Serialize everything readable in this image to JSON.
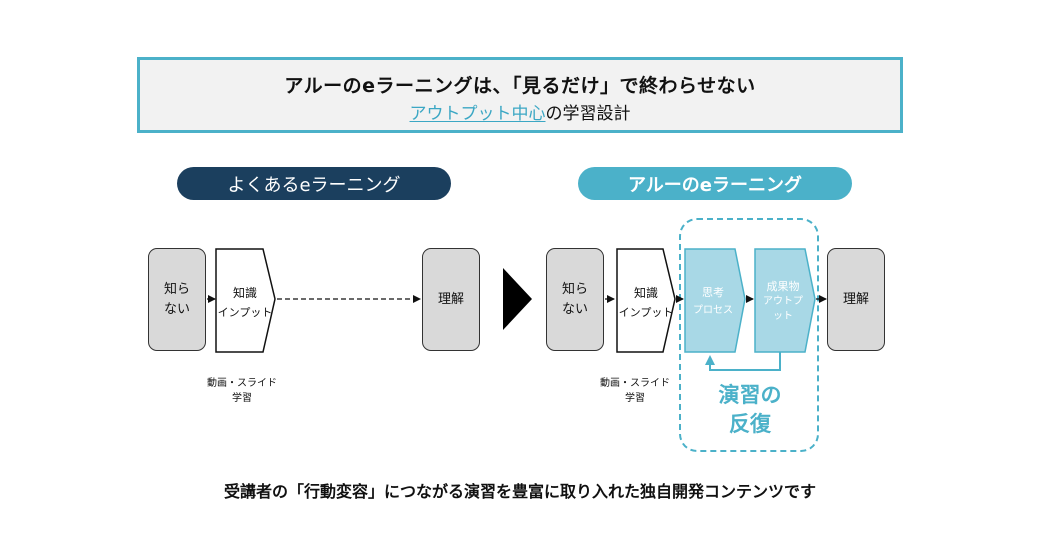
{
  "header": {
    "line1": "アルーのeラーニングは、「見るだけ」で終わらせない",
    "line2_link": "アウトプット中心",
    "line2_rest": "の学習設計"
  },
  "left_section": {
    "pill": "よくあるeラーニング",
    "start_line1": "知ら",
    "start_line2": "ない",
    "input_line1": "知識",
    "input_line2": "インプット",
    "end": "理解",
    "caption_line1": "動画・スライド",
    "caption_line2": "学習"
  },
  "right_section": {
    "pill": "アルーのeラーニング",
    "start_line1": "知ら",
    "start_line2": "ない",
    "input_line1": "知識",
    "input_line2": "インプット",
    "think_line1": "思考",
    "think_line2": "プロセス",
    "output_line1": "成果物",
    "output_line2": "アウトプ",
    "output_line3": "ット",
    "end": "理解",
    "caption_line1": "動画・スライド",
    "caption_line2": "学習",
    "repeat_line1": "演習の",
    "repeat_line2": "反復"
  },
  "footer": "受講者の「行動変容」につながる演習を豊富に取り入れた独自開発コンテンツです",
  "colors": {
    "accent": "#4bb1c9",
    "navy": "#1b3f5e",
    "light_accent": "#a8d8e6",
    "gray_box": "#d9d9d9"
  }
}
